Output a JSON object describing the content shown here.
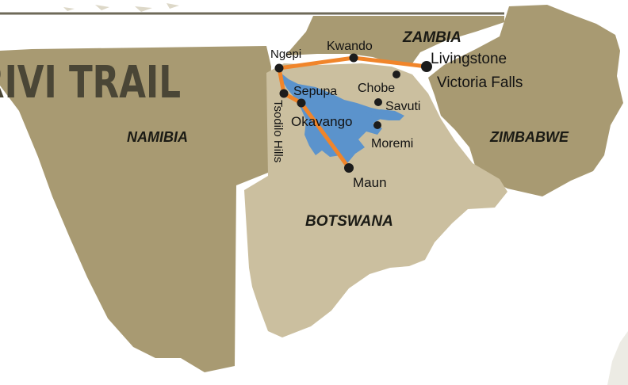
{
  "title": "RIVI TRAIL",
  "colors": {
    "namibia": "#a89a72",
    "botswana": "#cbbf9f",
    "zambia": "#a89a72",
    "zimbabwe": "#a89a72",
    "delta": "#5b93cc",
    "route": "#f0852b",
    "marker": "#1c1c1c",
    "border": "#ffffff"
  },
  "countries": {
    "namibia": "NAMIBIA",
    "botswana": "BOTSWANA",
    "zambia": "ZAMBIA",
    "zimbabwe": "ZIMBABWE"
  },
  "places": {
    "ngepi": "Ngepi",
    "kwando": "Kwando",
    "livingstone": "Livingstone",
    "victoria_falls": "Victoria Falls",
    "chobe": "Chobe",
    "savuti": "Savuti",
    "sepupa": "Sepupa",
    "okavango": "Okavango",
    "moremi": "Moremi",
    "maun": "Maun",
    "tsodilo_hills": "Tsodilo Hills"
  }
}
